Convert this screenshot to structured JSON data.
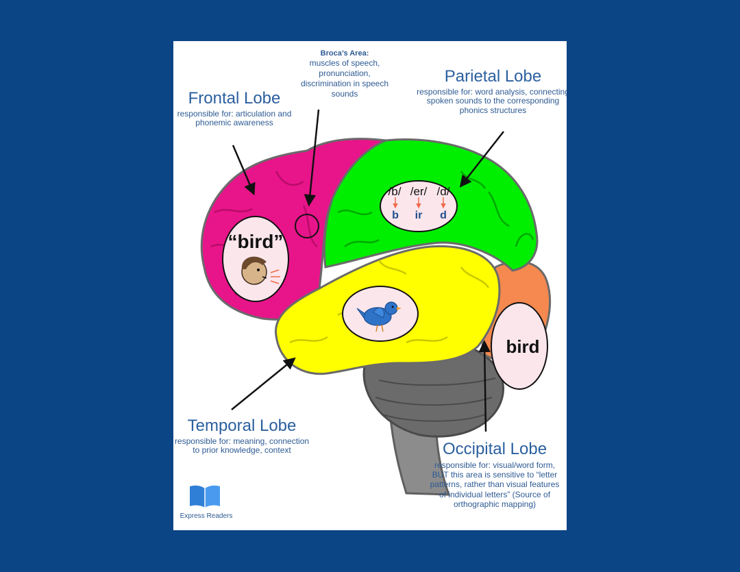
{
  "frontal": {
    "title": "Frontal Lobe",
    "desc": "responsible for: articulation and phonemic awareness",
    "word": "“bird”"
  },
  "broca": {
    "title": "Broca’s Area:",
    "desc": "muscles of speech, pronunciation, discrimination in speech sounds"
  },
  "parietal": {
    "title": "Parietal Lobe",
    "desc": "responsible for: word analysis, connecting spoken sounds to the corresponding phonics structures",
    "phonemes": [
      "/b/",
      "/er/",
      "/d/"
    ],
    "graphemes": [
      "b",
      "ir",
      "d"
    ]
  },
  "temporal": {
    "title": "Temporal Lobe",
    "desc": "responsible for: meaning, connection to prior knowledge, context"
  },
  "occipital": {
    "title": "Occipital Lobe",
    "desc": "responsible for: visual/word form, BUT this area is sensitive to “letter patterns, rather than visual features of individual letters” (Source of orthographic mapping)",
    "word": "bird"
  },
  "brand": {
    "name": "Express Readers"
  },
  "colors": {
    "background": "#0c4585",
    "frontal": "#e8148a",
    "parietal": "#00ee00",
    "temporal": "#ffff00",
    "occipital": "#f5894f",
    "bubble": "#fbe6ec",
    "label": "#2d5a93",
    "phoneme_arrow": "#f06a4a"
  },
  "icons": [
    "open-book-icon",
    "speaking-boy-icon",
    "bluebird-icon"
  ]
}
